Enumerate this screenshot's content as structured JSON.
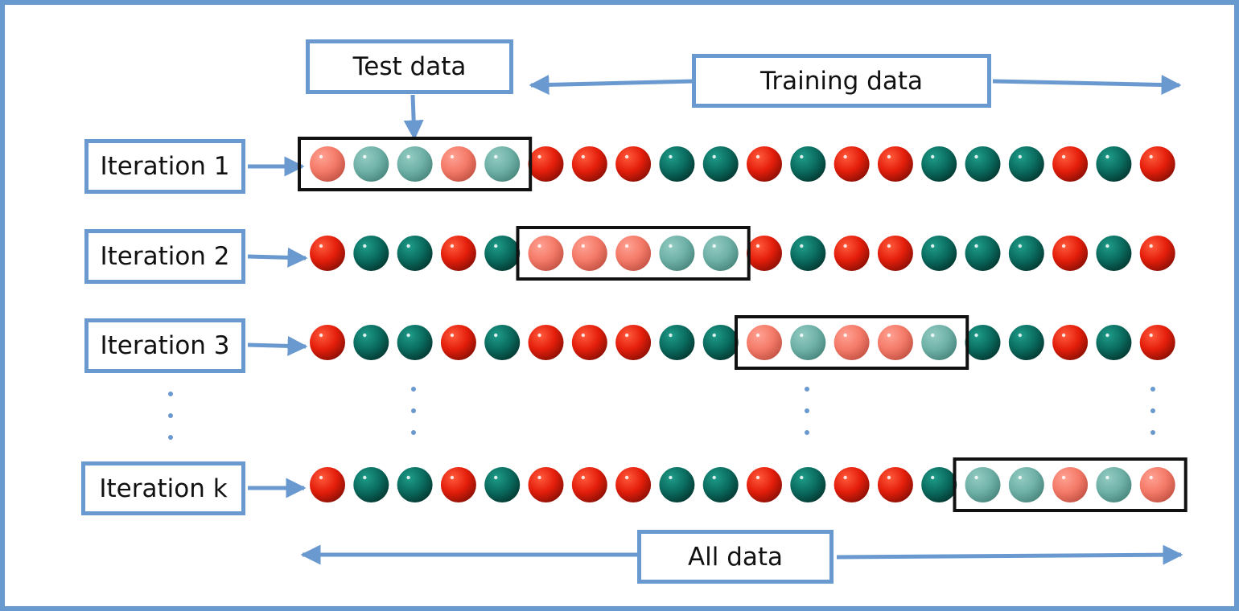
{
  "labels": {
    "test_data": "Test data",
    "training_data": "Training data",
    "all_data": "All data"
  },
  "iterations": [
    {
      "label": "Iteration 1",
      "colors": [
        "red",
        "teal",
        "teal",
        "red",
        "teal",
        "red",
        "red",
        "red",
        "teal",
        "teal",
        "red",
        "teal",
        "red",
        "red",
        "teal",
        "teal",
        "teal",
        "red",
        "teal",
        "red"
      ],
      "test_start": 0
    },
    {
      "label": "Iteration 2",
      "colors": [
        "red",
        "teal",
        "teal",
        "red",
        "teal",
        "red",
        "red",
        "red",
        "teal",
        "teal",
        "red",
        "teal",
        "red",
        "red",
        "teal",
        "teal",
        "teal",
        "red",
        "teal",
        "red"
      ],
      "test_start": 5
    },
    {
      "label": "Iteration 3",
      "colors": [
        "red",
        "teal",
        "teal",
        "red",
        "teal",
        "red",
        "red",
        "red",
        "teal",
        "teal",
        "red",
        "teal",
        "red",
        "red",
        "teal",
        "teal",
        "teal",
        "red",
        "teal",
        "red"
      ],
      "test_start": 10
    },
    {
      "label": "Iteration k",
      "colors": [
        "red",
        "teal",
        "teal",
        "red",
        "teal",
        "red",
        "red",
        "red",
        "teal",
        "teal",
        "red",
        "teal",
        "red",
        "red",
        "teal",
        "teal",
        "teal",
        "red",
        "teal",
        "red"
      ],
      "test_start": 15
    }
  ],
  "fold_size": 5,
  "colors": {
    "accent": "#6a99cf",
    "red": "#e41e0b",
    "red_light": "#f47a68",
    "teal": "#0a6c5f",
    "teal_light": "#6fb1a7",
    "fold_frame": "#111111"
  }
}
